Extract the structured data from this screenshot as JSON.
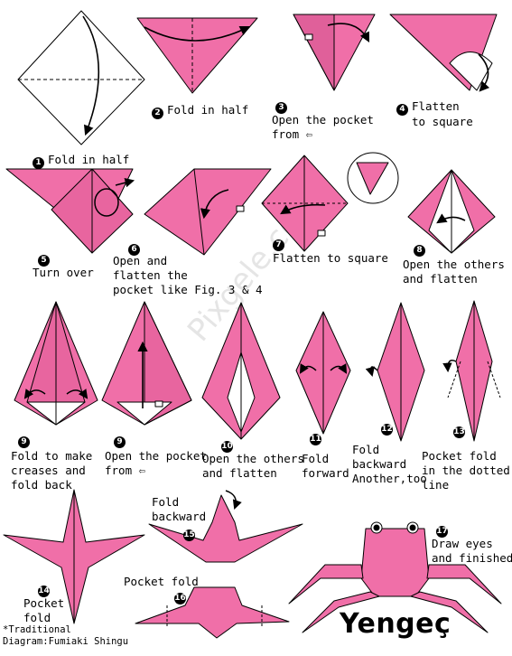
{
  "title": "Yengeç",
  "credit": {
    "line1": "*Traditional",
    "line2": "Diagram:Fumiaki Shingu"
  },
  "watermark": "Pixgele.com",
  "colors": {
    "paper": "#f06fa8",
    "paper_dark": "#c24d82",
    "outline": "#000000",
    "background": "#ffffff"
  },
  "steps": [
    {
      "num": "1",
      "text": "Fold in half"
    },
    {
      "num": "2",
      "text": "Fold in half"
    },
    {
      "num": "3",
      "text": "Open the pocket from ⇦"
    },
    {
      "num": "4",
      "text": "Flatten to square"
    },
    {
      "num": "5",
      "text": "Turn over"
    },
    {
      "num": "6",
      "text": "Open and flatten the pocket like Fig. 3 & 4"
    },
    {
      "num": "7",
      "text": "Flatten to square"
    },
    {
      "num": "8",
      "text": "Open the others and flatten"
    },
    {
      "num": "9",
      "text": "Fold to make creases and fold back"
    },
    {
      "num": "9",
      "text": "Open the pocket from ⇦"
    },
    {
      "num": "10",
      "text": "Open the others and flatten"
    },
    {
      "num": "11",
      "text": "Fold forward"
    },
    {
      "num": "12",
      "text": "Fold backward Another,too"
    },
    {
      "num": "13",
      "text": "Pocket fold in the dotted line"
    },
    {
      "num": "14",
      "text": "Pocket fold"
    },
    {
      "num": "15",
      "text": "Fold backward"
    },
    {
      "num": "16",
      "text": "Pocket fold"
    },
    {
      "num": "17",
      "text": "Draw eyes and finished"
    }
  ],
  "step_texts": {
    "s1": "Fold in half",
    "s2": "Fold in half",
    "s3a": "Open the pocket",
    "s3b": "from ⇦",
    "s4a": "Flatten",
    "s4b": "to square",
    "s5": "Turn over",
    "s6a": "Open and",
    "s6b": "flatten the",
    "s6c": "pocket like Fig. 3 & 4",
    "s7": "Flatten to square",
    "s8a": "Open the others",
    "s8b": "and flatten",
    "s9a": "Fold to make",
    "s9b": "creases and",
    "s9c": "fold back",
    "s9ba": "Open the pocket",
    "s9bb": "from ⇦",
    "s10a": "Open the others",
    "s10b": "and flatten",
    "s11a": "Fold",
    "s11b": "forward",
    "s12a": "Fold",
    "s12b": "backward",
    "s12c": "Another,too",
    "s13a": "Pocket fold",
    "s13b": "in the dotted",
    "s13c": "line",
    "s14a": "Pocket",
    "s14b": "fold",
    "s15a": "Fold",
    "s15b": "backward",
    "s16": "Pocket fold",
    "s17a": "Draw eyes",
    "s17b": "and finished"
  },
  "nums": {
    "n1": "1",
    "n2": "2",
    "n3": "3",
    "n4": "4",
    "n5": "5",
    "n6": "6",
    "n7": "7",
    "n8": "8",
    "n9": "9",
    "n9b": "9",
    "n10": "10",
    "n11": "11",
    "n12": "12",
    "n13": "13",
    "n14": "14",
    "n15": "15",
    "n16": "16",
    "n17": "17"
  }
}
